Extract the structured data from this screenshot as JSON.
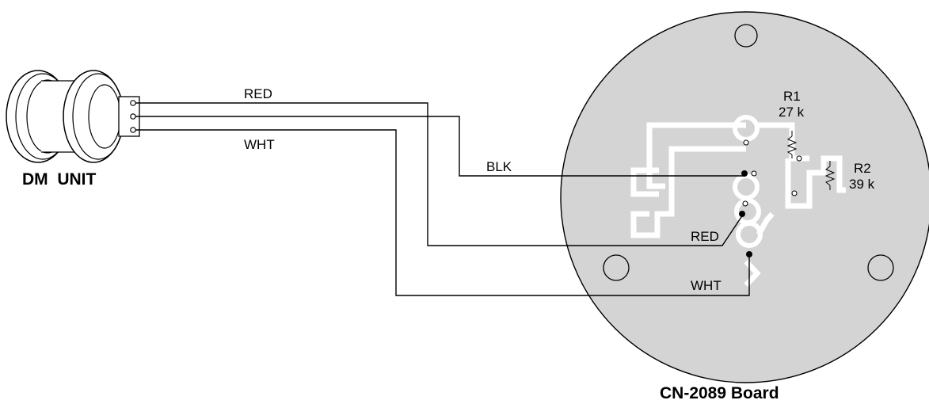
{
  "labels": {
    "unit": "DM  UNIT",
    "board": "CN-2089 Board",
    "wire_red_top": "RED",
    "wire_wht_top": "WHT",
    "wire_blk": "BLK",
    "wire_red_board": "RED",
    "wire_wht_board": "WHT"
  },
  "resistors": [
    {
      "ref": "R1",
      "value": "27 k"
    },
    {
      "ref": "R2",
      "value": "39 k"
    }
  ],
  "colors": {
    "board_fill": "#d4d4d4",
    "trace": "#ffffff",
    "line": "#000000"
  }
}
